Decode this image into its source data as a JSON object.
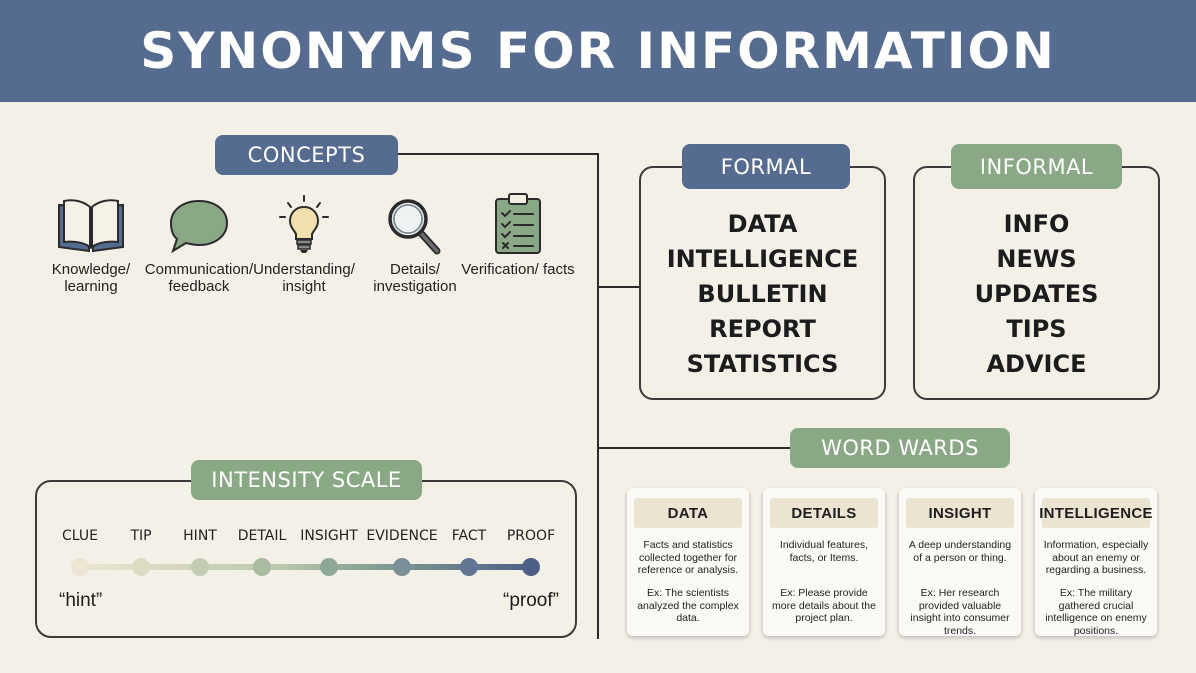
{
  "title": "SYNONYMS FOR INFORMATION",
  "colors": {
    "blue": "#556b8f",
    "green": "#8ba886",
    "background": "#f3f0e8"
  },
  "concepts": {
    "header": "CONCEPTS",
    "items": [
      {
        "icon": "book-icon",
        "label": "Knowledge/ learning"
      },
      {
        "icon": "speech-bubble-icon",
        "label": "Communication/ feedback"
      },
      {
        "icon": "lightbulb-icon",
        "label": "Understanding/ insight"
      },
      {
        "icon": "magnifier-icon",
        "label": "Details/ investigation"
      },
      {
        "icon": "clipboard-checklist-icon",
        "label": "Verification/ facts"
      }
    ]
  },
  "formal": {
    "header": "FORMAL",
    "words": [
      "DATA",
      "INTELLIGENCE",
      "BULLETIN",
      "REPORT",
      "STATISTICS"
    ]
  },
  "informal": {
    "header": "INFORMAL",
    "words": [
      "INFO",
      "NEWS",
      "UPDATES",
      "TIPS",
      "ADVICE"
    ]
  },
  "intensity": {
    "header": "INTENSITY SCALE",
    "levels": [
      "CLUE",
      "TIP",
      "HINT",
      "DETAIL",
      "INSIGHT",
      "EVIDENCE",
      "FACT",
      "PROOF"
    ],
    "dot_colors": [
      "#ece5d3",
      "#dcdcc5",
      "#c4ccb3",
      "#a9bba1",
      "#8ea895",
      "#7a8f98",
      "#627593",
      "#4d5f85"
    ],
    "left_quote": "“hint”",
    "right_quote": "“proof”"
  },
  "word_wards": {
    "header": "WORD WARDS",
    "cards": [
      {
        "term": "DATA",
        "definition": "Facts and statistics collected together for reference or analysis.",
        "example": "Ex: The scientists analyzed the complex data."
      },
      {
        "term": "DETAILS",
        "definition": "Individual features, facts, or Items.",
        "example": "Ex: Please provide more details about the project plan."
      },
      {
        "term": "INSIGHT",
        "definition": "A deep understanding of a person or thing.",
        "example": "Ex: Her research provided valuable insight into consumer trends."
      },
      {
        "term": "INTELLIGENCE",
        "definition": "Information, especially about an enemy or regarding a business.",
        "example": "Ex: The military gathered crucial intelligence on enemy positions."
      }
    ]
  }
}
